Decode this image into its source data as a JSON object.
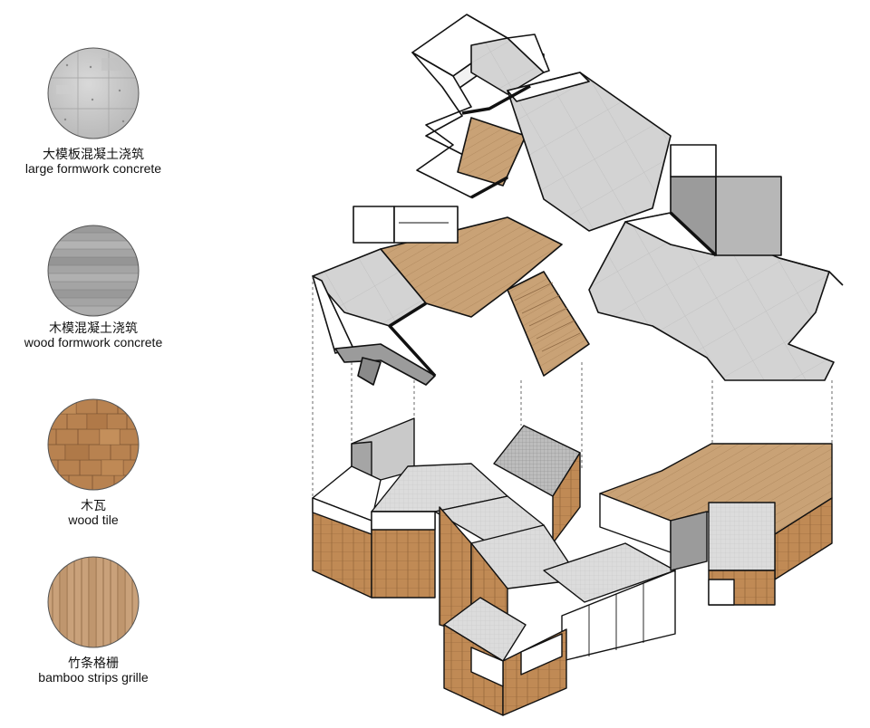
{
  "legend": {
    "items": [
      {
        "label_cn": "大模板混凝土浇筑",
        "label_en": "large formwork concrete",
        "material": "large-formwork-concrete",
        "color": "#c9c9c9"
      },
      {
        "label_cn": "木模混凝土浇筑",
        "label_en": "wood formwork concrete",
        "material": "wood-formwork-concrete",
        "color": "#a9a9a9"
      },
      {
        "label_cn": "木瓦",
        "label_en": "wood tile",
        "material": "wood-tile",
        "color": "#c08a55"
      },
      {
        "label_cn": "竹条格栅",
        "label_en": "bamboo strips grille",
        "material": "bamboo-strips-grille",
        "color": "#c7a27a"
      }
    ]
  },
  "colors": {
    "concrete_light": "#d3d3d3",
    "concrete_dark": "#9b9b9b",
    "wood_tile": "#c08a55",
    "bamboo": "#caa277",
    "roof_white": "#f2f2f2",
    "outline": "#111111"
  }
}
